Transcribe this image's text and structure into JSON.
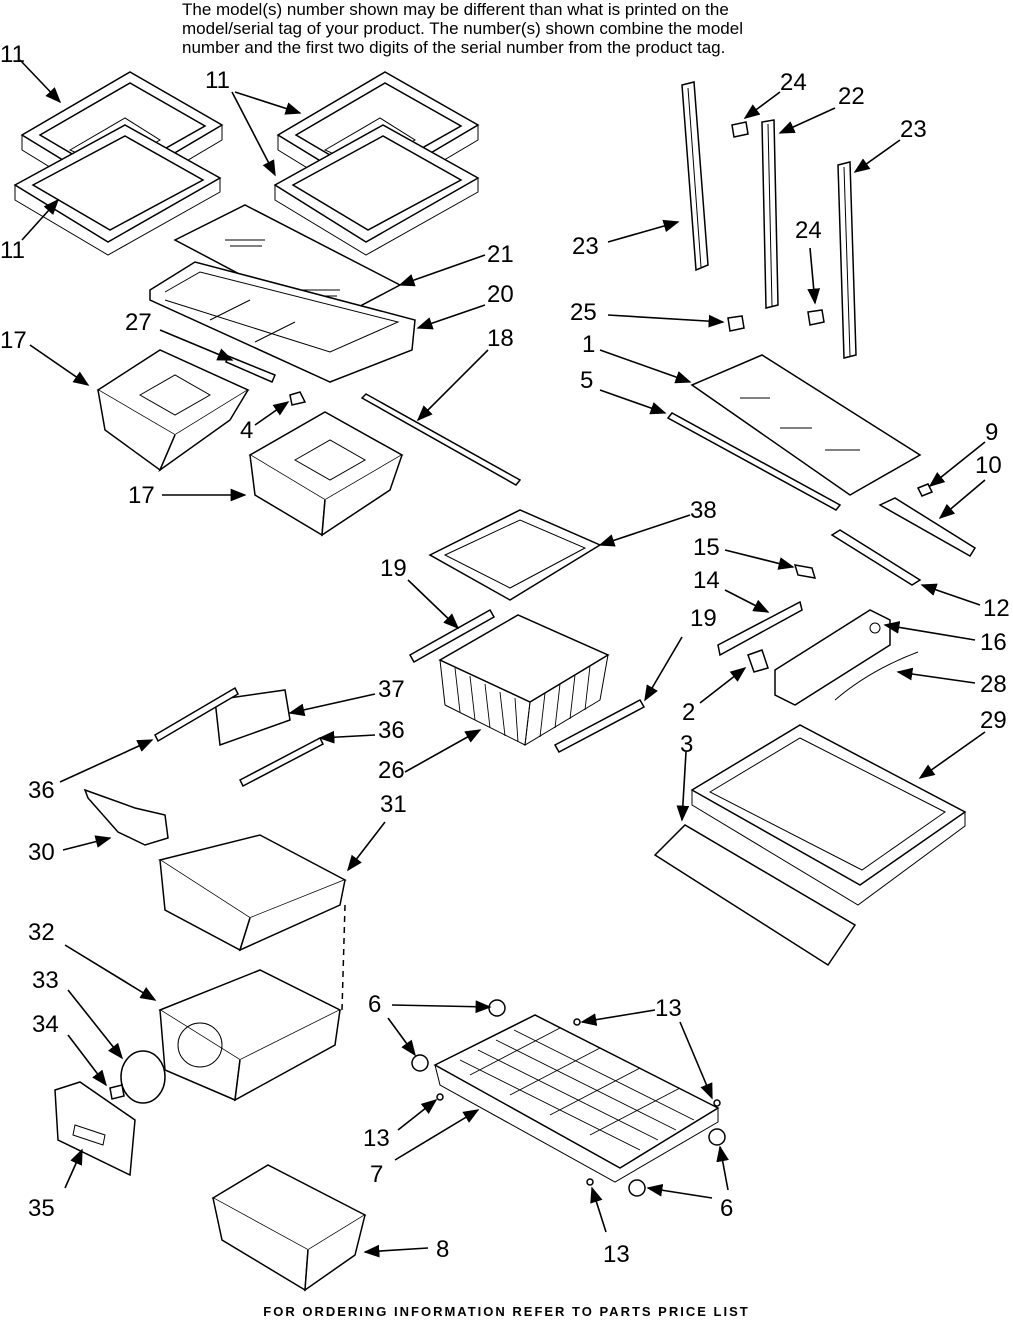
{
  "notice": {
    "line1": "The model(s) number shown may be different than what is printed on the",
    "line2": "model/serial tag of your product. The number(s) shown combine the model",
    "line3": "number and the first two digits of the serial number from the product tag."
  },
  "footer": "FOR ORDERING INFORMATION REFER TO PARTS PRICE LIST",
  "callouts": [
    "11",
    "11",
    "11",
    "21",
    "20",
    "27",
    "17",
    "4",
    "17",
    "18",
    "24",
    "22",
    "23",
    "24",
    "23",
    "25",
    "1",
    "5",
    "9",
    "10",
    "15",
    "12",
    "14",
    "16",
    "28",
    "38",
    "19",
    "19",
    "37",
    "36",
    "36",
    "26",
    "2",
    "3",
    "29",
    "31",
    "30",
    "32",
    "33",
    "34",
    "35",
    "6",
    "13",
    "13",
    "7",
    "13",
    "6",
    "8"
  ]
}
